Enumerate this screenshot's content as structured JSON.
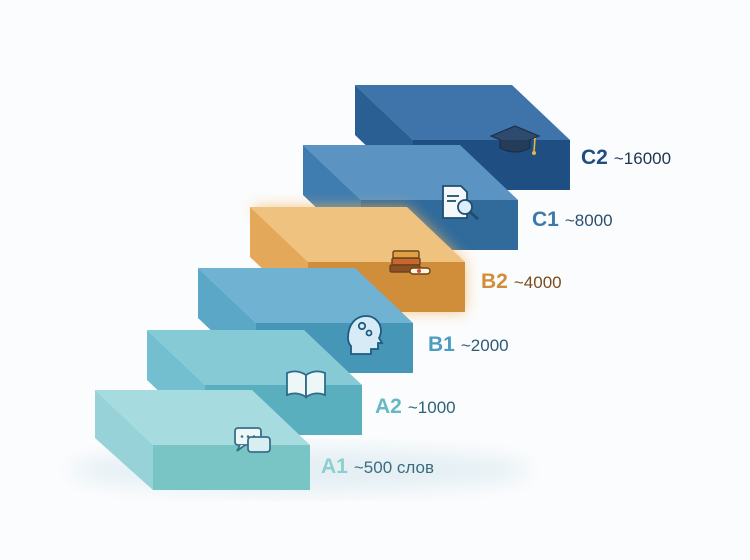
{
  "levels": [
    {
      "code": "A1",
      "words": "~500 слов",
      "icon": "chat-bubbles-icon",
      "color": "#79c4c4"
    },
    {
      "code": "A2",
      "words": "~1000",
      "icon": "open-book-icon",
      "color": "#5aafbe"
    },
    {
      "code": "B1",
      "words": "~2000",
      "icon": "head-gears-icon",
      "color": "#4696b8"
    },
    {
      "code": "B2",
      "words": "~4000",
      "icon": "books-diploma-icon",
      "color": "#d08e3a",
      "highlighted": true
    },
    {
      "code": "C1",
      "words": "~8000",
      "icon": "document-magnifier-icon",
      "color": "#306b9c"
    },
    {
      "code": "C2",
      "words": "~16000",
      "icon": "graduation-cap-icon",
      "color": "#1f4e82"
    }
  ]
}
